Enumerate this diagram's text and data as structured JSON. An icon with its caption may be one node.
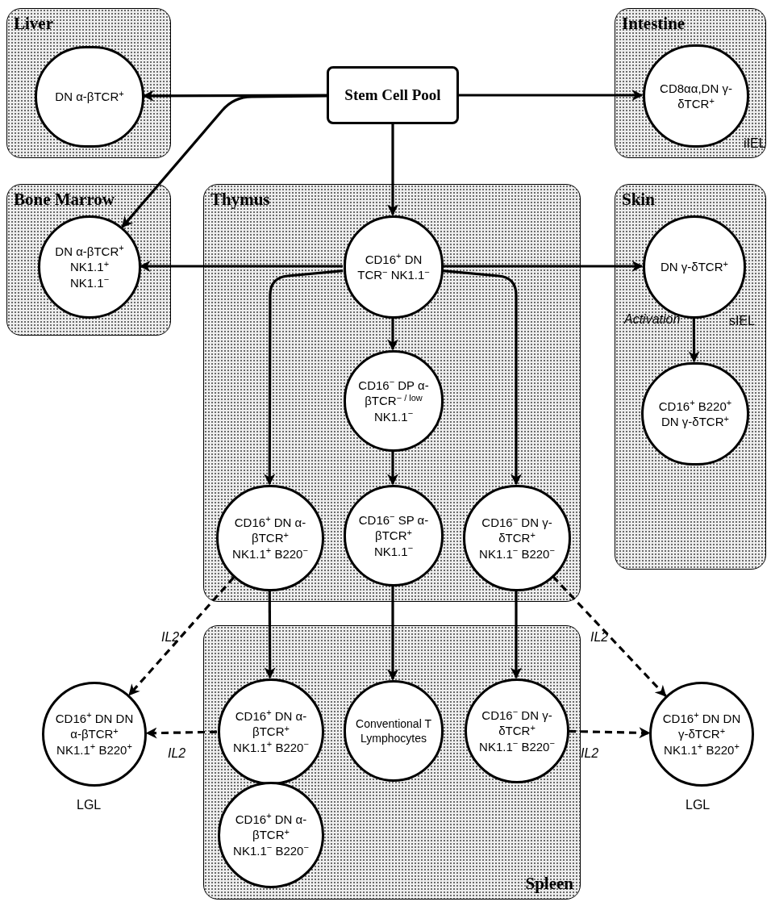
{
  "diagram": {
    "nodes": [
      {
        "text": [
          "Liver"
        ]
      },
      {
        "text": [
          "DN α-βTCR$^{+}$"
        ],
        "in": 0
      },
      {
        "text": [
          "Stem Cell Pool"
        ]
      },
      {
        "text": [
          "Intestine"
        ]
      },
      {
        "text": [
          "CD8αα,DN γ-δTCR$^{+}$"
        ],
        "in": 3,
        "beside": [
          "iIEL"
        ]
      },
      {
        "text": [
          "Bone Marrow"
        ]
      },
      {
        "text": [
          "DN α-βTCR$^{+}$ NK1.1$^{+}$ NK1.1$^{−}$"
        ],
        "in": 5
      },
      {
        "text": [
          "Thymus"
        ]
      },
      {
        "text": [
          "CD16$^{+}$ DN TCR$^{−}$ NK1.1$^{−}$"
        ],
        "in": 7
      },
      {
        "text": [
          "Skin"
        ]
      },
      {
        "text": [
          "DN γ-δTCR$^{+}$"
        ],
        "in": 9,
        "beside": [
          "sIEL"
        ]
      },
      {
        "text": [
          "CD16$^{+}$ B220$^{+}$ DN γ-δTCR$^{+}$"
        ],
        "in": 9
      },
      {
        "text": [
          "CD16$^{−}$ DP α-βTCR$^{− / low}$ NK1.1$^{−}$"
        ],
        "in": 7
      },
      {
        "text": [
          "CD16$^{+}$ DN α-βTCR$^{+}$ NK1.1$^{+}$ B220$^{−}$"
        ],
        "in": 7
      },
      {
        "text": [
          "CD16$^{−}$ SP α-βTCR$^{+}$ NK1.1$^{−}$"
        ],
        "in": 7
      },
      {
        "text": [
          "CD16$^{−}$ DN γ-δTCR$^{+}$ NK1.1$^{−}$ B220$^{−}$"
        ],
        "in": 7
      },
      {
        "text": [
          "Spleen"
        ]
      },
      {
        "text": [
          "CD16$^{+}$ DN α-βTCR$^{+}$ NK1.1$^{+}$ B220$^{−}$"
        ],
        "in": 16
      },
      {
        "text": [
          "CD16$^{+}$ DN α-βTCR$^{+}$ NK1.1$^{−}$ B220$^{−}$"
        ],
        "in": 16
      },
      {
        "text": [
          "Conventional T Lymphocytes"
        ],
        "in": 16
      },
      {
        "text": [
          "CD16$^{−}$ DN γ-δTCR$^{+}$ NK1.1$^{−}$ B220$^{−}$"
        ],
        "in": 16
      },
      {
        "text": [
          "CD16$^{+}$ DN DN α-βTCR$^{+}$ NK1.1$^{+}$ B220$^{+}$"
        ],
        "beside": [
          "LGL"
        ]
      },
      {
        "text": [
          "CD16$^{+}$ DN DN γ-δTCR$^{+}$ NK1.1$^{+}$ B220$^{+}$"
        ],
        "beside": [
          "LGL"
        ]
      }
    ],
    "edges": [
      {
        "from": 2,
        "to": 1,
        "arrow": "to"
      },
      {
        "from": 2,
        "to": 6,
        "arrow": "to"
      },
      {
        "from": 2,
        "to": 4,
        "arrow": "to"
      },
      {
        "from": 2,
        "to": 8,
        "arrow": "to"
      },
      {
        "from": 8,
        "to": 6,
        "arrow": "to"
      },
      {
        "from": 8,
        "to": 10,
        "arrow": "to"
      },
      {
        "from": 8,
        "to": 13,
        "arrow": "to"
      },
      {
        "from": 8,
        "to": 12,
        "arrow": "to"
      },
      {
        "from": 8,
        "to": 15,
        "arrow": "to"
      },
      {
        "from": 10,
        "to": 11,
        "arrow": "to",
        "label": "Activation"
      },
      {
        "from": 12,
        "to": 14,
        "arrow": "to"
      },
      {
        "from": 13,
        "to": 17,
        "arrow": "to"
      },
      {
        "from": 14,
        "to": 19,
        "arrow": "to"
      },
      {
        "from": 15,
        "to": 20,
        "arrow": "to"
      },
      {
        "from": 13,
        "to": 21,
        "arrow": "to",
        "style": "dashed",
        "label": "IL2"
      },
      {
        "from": 17,
        "to": 21,
        "arrow": "to",
        "style": "dashed",
        "label": "IL2"
      },
      {
        "from": 15,
        "to": 22,
        "arrow": "to",
        "style": "dashed",
        "label": "IL2"
      },
      {
        "from": 20,
        "to": 22,
        "arrow": "to",
        "style": "dashed",
        "label": "IL2"
      }
    ]
  }
}
